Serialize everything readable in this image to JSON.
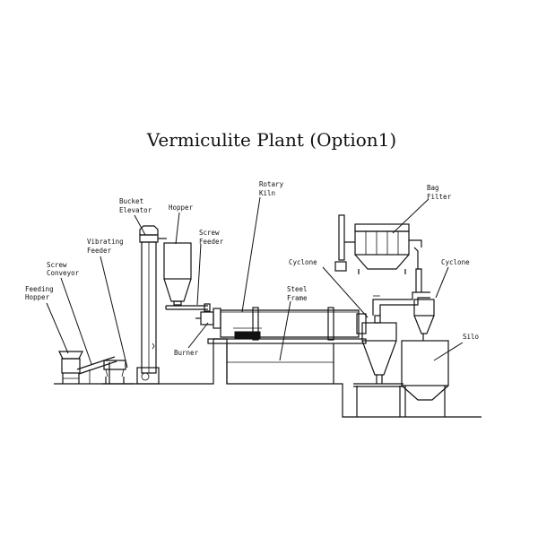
{
  "title": "Vermiculite Plant (Option1)",
  "labels": {
    "feeding_hopper": [
      "Feeding",
      "Hopper"
    ],
    "screw_conveyor": [
      "Screw",
      "Conveyor"
    ],
    "vibrating_feeder": [
      "Vibrating",
      "Feeder"
    ],
    "bucket_elevator": [
      "Bucket",
      "Elevator"
    ],
    "hopper": [
      "Hopper"
    ],
    "screw_feeder": [
      "Screw",
      "Feeder"
    ],
    "burner": [
      "Burner"
    ],
    "rotary_kiln": [
      "Rotary",
      "Kiln"
    ],
    "steel_frame": [
      "Steel",
      "Frame"
    ],
    "cyclone_1": [
      "Cyclone"
    ],
    "bag_filter": [
      "Bag",
      "Filter"
    ],
    "cyclone_2": [
      "Cyclone"
    ],
    "silo": [
      "Silo"
    ]
  }
}
